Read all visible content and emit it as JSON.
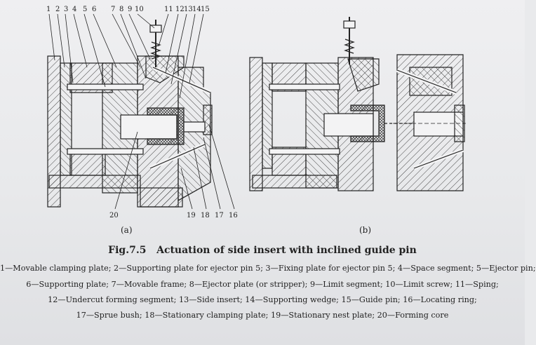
{
  "callouts_a_top": [
    "1",
    "2",
    "3",
    "4",
    "5",
    "6",
    "7",
    "8",
    "9",
    "10",
    "11",
    "12",
    "13",
    "14",
    "15"
  ],
  "callouts_a_bottom": [
    "20",
    "19",
    "18",
    "17",
    "16"
  ],
  "sublabel_a": "(a)",
  "sublabel_b": "(b)",
  "caption": {
    "number": "Fig.7.5",
    "title": "Actuation of side insert with inclined guide pin"
  },
  "legend_lines": [
    "1—Movable clamping plate; 2—Supporting plate for ejector pin 5; 3—Fixing plate for ejector pin 5; 4—Space segment; 5—Ejector pin;",
    "6—Supporting plate; 7—Movable frame; 8—Ejector plate (or stripper); 9—Limit segment; 10—Limit screw; 11—Sping;",
    "12—Undercut forming segment; 13—Side insert; 14—Supporting wedge; 15—Guide pin; 16—Locating ring;",
    "17—Sprue bush; 18—Stationary clamping plate; 19—Stationary nest plate; 20—Forming core"
  ]
}
